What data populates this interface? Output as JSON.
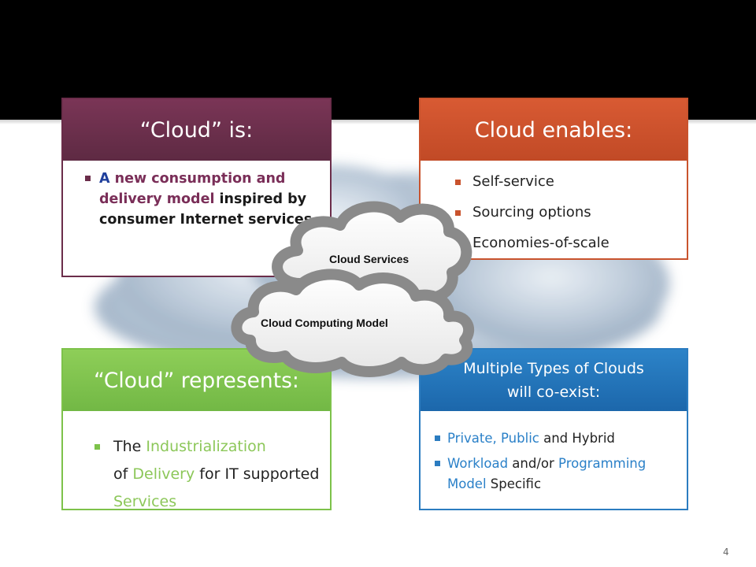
{
  "slide": {
    "page_number": "4",
    "colors": {
      "maroon": "#6b2d4a",
      "orange": "#c9532d",
      "green": "#7dc24a",
      "blue": "#2b7cc0"
    }
  },
  "cloud_is": {
    "title": "“Cloud” is:",
    "bullet": {
      "part1": "A",
      "part2": "new consumption and delivery model",
      "part3": "inspired by consumer Internet services."
    }
  },
  "cloud_enables": {
    "title": "Cloud enables:",
    "items": [
      "Self-service",
      "Sourcing options",
      "Economies-of-scale"
    ]
  },
  "cloud_represents": {
    "title": "“Cloud” represents:",
    "bullet": {
      "t1": "The",
      "h1": "Industrialization",
      "t2": "of",
      "h2": "Delivery",
      "t3": "for IT supported",
      "h3": "Services"
    }
  },
  "cloud_types": {
    "title_line1": "Multiple Types of Clouds",
    "title_line2": "will co-exist:",
    "item1": {
      "h1": "Private, Public",
      "t1": "and Hybrid"
    },
    "item2": {
      "h1": "Workload",
      "t1": "and/or",
      "h2": "Programming Model",
      "t2": "Specific"
    }
  },
  "center_diagram": {
    "upper_cloud_label": "Cloud Services",
    "lower_cloud_label": "Cloud Computing Model"
  }
}
